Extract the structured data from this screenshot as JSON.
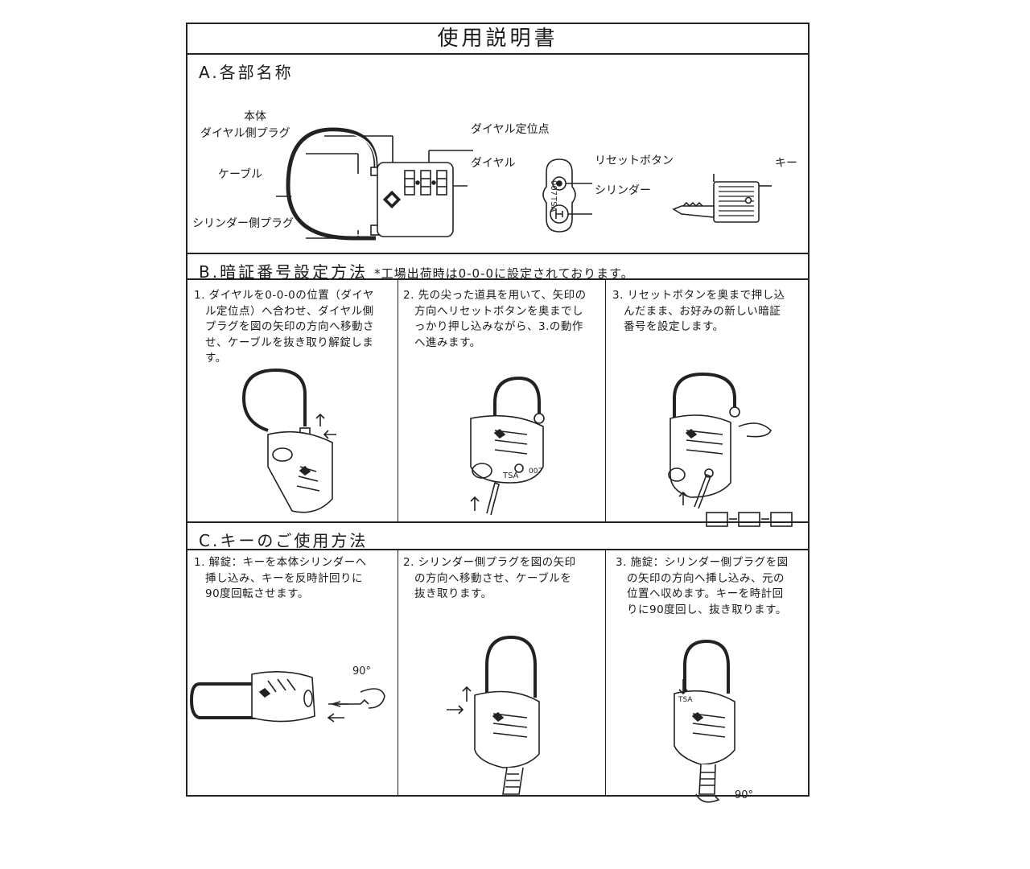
{
  "doc_title": "使用説明書",
  "section_a": {
    "heading": "A.各部名称",
    "parts": {
      "body": "本体",
      "dial_plug": "ダイヤル側プラグ",
      "cable": "ケーブル",
      "cylinder_plug": "シリンダー側プラグ",
      "dial_point": "ダイヤル定位点",
      "dial": "ダイヤル",
      "reset_button": "リセットボタン",
      "cylinder": "シリンダー",
      "key": "キー"
    },
    "lock_marks": {
      "tsa": "TSA",
      "code": "007"
    }
  },
  "section_b": {
    "heading": "B.暗証番号設定方法",
    "note": "*工場出荷時は0-0-0に設定されております。",
    "steps": [
      {
        "lines": [
          "1. ダイヤルを0-0-0の位置（ダイヤ",
          "ル定位点）へ合わせ、ダイヤル側",
          "プラグを図の矢印の方向へ移動さ",
          "せ、ケーブルを抜き取り解錠しま",
          "す。"
        ]
      },
      {
        "lines": [
          "2. 先の尖った道具を用いて、矢印の",
          "方向へリセットボタンを奥までし",
          "っかり押し込みながら、3.の動作",
          "へ進みます。"
        ]
      },
      {
        "lines": [
          "3. リセットボタンを奥まで押し込",
          "んだまま、お好みの新しい暗証",
          "番号を設定します。"
        ]
      }
    ]
  },
  "section_c": {
    "heading": "C.キーのご使用方法",
    "steps": [
      {
        "lines": [
          "1. 解錠：キーを本体シリンダーへ",
          "挿し込み、キーを反時計回りに",
          "90度回転させます。"
        ]
      },
      {
        "lines": [
          "2. シリンダー側プラグを図の矢印",
          "の方向へ移動させ、ケーブルを",
          "抜き取ります。"
        ]
      },
      {
        "lines": [
          "3. 施錠：シリンダー側プラグを図",
          "の矢印の方向へ挿し込み、元の",
          "位置へ収めます。キーを時計回",
          "りに90度回し、抜き取ります。"
        ]
      }
    ],
    "angle": "90°"
  }
}
